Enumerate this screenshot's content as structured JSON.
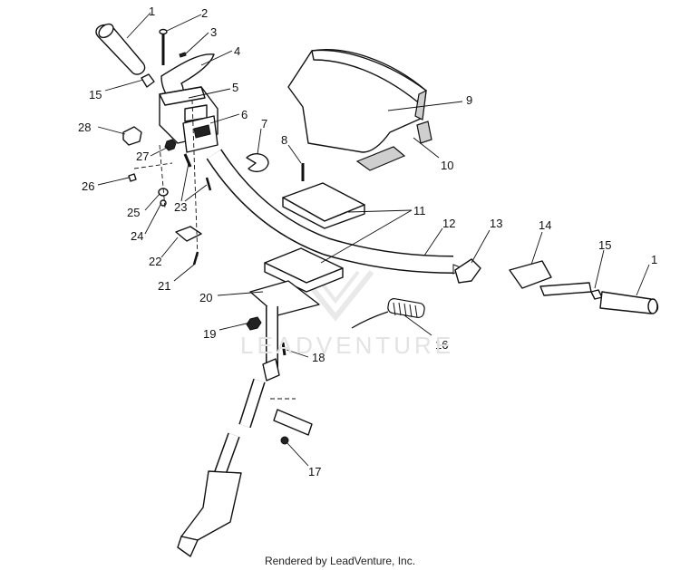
{
  "footer": "Rendered by LeadVenture, Inc.",
  "watermark": "LEADVENTURE",
  "callouts": [
    "1",
    "2",
    "3",
    "4",
    "15",
    "5",
    "6",
    "7",
    "28",
    "27",
    "8",
    "9",
    "10",
    "26",
    "25",
    "23",
    "11",
    "24",
    "12",
    "13",
    "14",
    "15",
    "1",
    "22",
    "21",
    "20",
    "19",
    "16",
    "18",
    "17"
  ]
}
